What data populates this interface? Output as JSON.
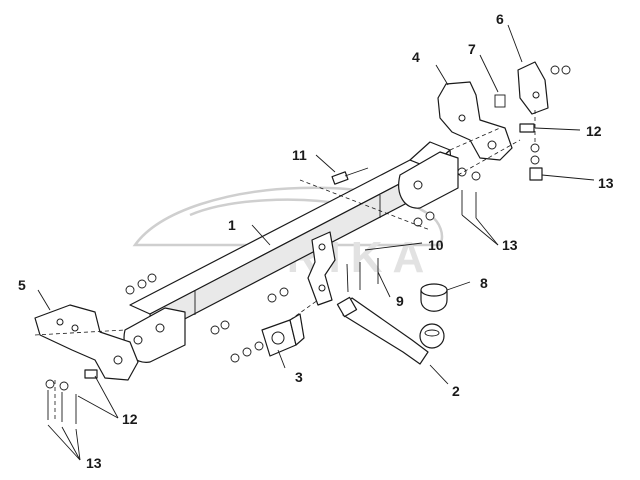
{
  "watermark": {
    "text": "ARIKA",
    "color": "#d0d0d0"
  },
  "callouts": {
    "c1": "1",
    "c2": "2",
    "c3": "3",
    "c4": "4",
    "c5": "5",
    "c6": "6",
    "c7": "7",
    "c8": "8",
    "c9": "9",
    "c10": "10",
    "c11": "11",
    "c12_right": "12",
    "c12_left": "12",
    "c13_right_top": "13",
    "c13_right_bottom": "13",
    "c13_left": "13"
  },
  "colors": {
    "line": "#1a1a1a",
    "background": "#ffffff"
  }
}
